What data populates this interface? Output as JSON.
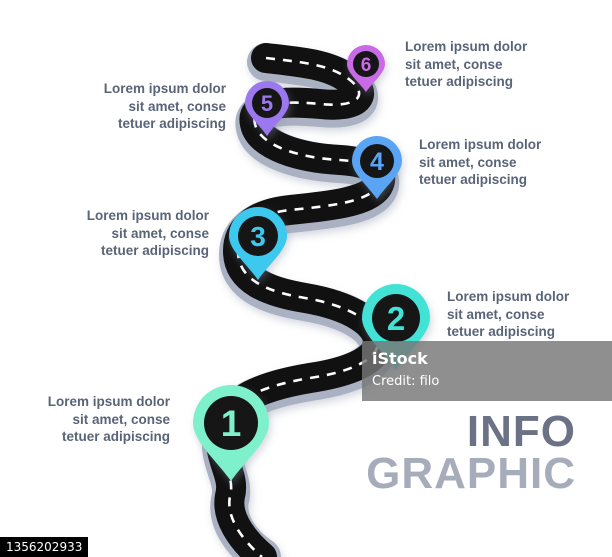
{
  "steps": [
    {
      "number": "1",
      "lines": [
        "Lorem ipsum dolor",
        "sit amet, conse",
        "tetuer adipiscing"
      ],
      "color": "#7ff0cc",
      "dark": "#3fd8a8"
    },
    {
      "number": "2",
      "lines": [
        "Lorem ipsum dolor",
        "sit amet, conse",
        "tetuer adipiscing"
      ],
      "color": "#42e3d6",
      "dark": "#1fb8c4"
    },
    {
      "number": "3",
      "lines": [
        "Lorem ipsum dolor",
        "sit amet, conse",
        "tetuer adipiscing"
      ],
      "color": "#3cc8ee",
      "dark": "#1f9ed4"
    },
    {
      "number": "4",
      "lines": [
        "Lorem ipsum dolor",
        "sit amet, conse",
        "tetuer adipiscing"
      ],
      "color": "#5aa4f4",
      "dark": "#3a7fdc"
    },
    {
      "number": "5",
      "lines": [
        "Lorem ipsum dolor",
        "sit amet, conse",
        "tetuer adipiscing"
      ],
      "color": "#9c78ee",
      "dark": "#7a55d8"
    },
    {
      "number": "6",
      "lines": [
        "Lorem ipsum dolor",
        "sit amet, conse",
        "tetuer adipiscing"
      ],
      "color": "#c96ae6",
      "dark": "#a548cc"
    }
  ],
  "title": {
    "line1": "INFO",
    "line2": "GRAPHIC"
  },
  "watermark": {
    "logo": "iStock",
    "credit": "Credit: filo"
  },
  "image_id": "1356202933",
  "colors": {
    "road": "#111111",
    "road_edge": "#aab1c2",
    "dash": "#ffffff",
    "text": "#5a6478"
  }
}
